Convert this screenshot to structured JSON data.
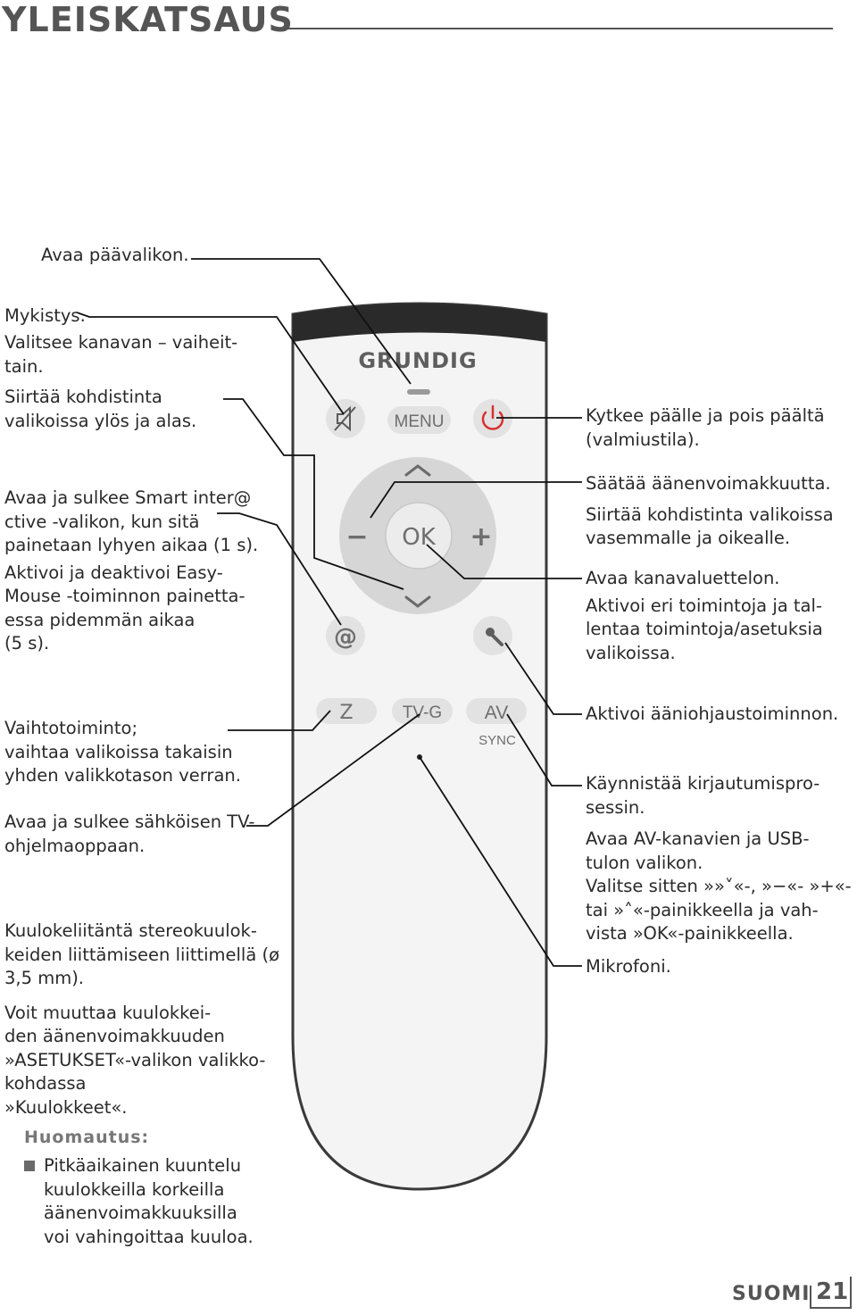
{
  "header": {
    "title": "YLEISKATSAUS"
  },
  "remote": {
    "brand": "GRUNDIG",
    "menu_label": "MENU",
    "ok_label": "OK",
    "minus_label": "−",
    "plus_label": "+",
    "at_label": "@",
    "z_label": "Z",
    "tvg_label": "TV-G",
    "av_label": "AV",
    "sync_label": "SYNC"
  },
  "left_texts": {
    "menu": [
      "Avaa päävalikon."
    ],
    "mute": [
      "Mykistys."
    ],
    "channel": [
      "Valitsee kanavan – vaiheit-",
      "tain.",
      "Siirtää kohdistinta",
      "valikoissa ylös ja alas."
    ],
    "smart": [
      "Avaa ja sulkee Smart inter@",
      "ctive -valikon, kun sitä",
      "painetaan lyhyen aikaa (1 s).",
      "Aktivoi ja deaktivoi Easy-",
      "Mouse -toiminnon painetta-",
      "essa pidemmän aikaa",
      "(5 s)."
    ],
    "back": [
      "Vaihtotoiminto;",
      "vaihtaa valikoissa takaisin",
      "yhden valikkotason verran."
    ],
    "epg": [
      "Avaa ja sulkee sähköisen TV-",
      "ohjelmaoppaan."
    ],
    "headphone": [
      "Kuulokeliitäntä stereokuulok-",
      "keiden liittämiseen liittimellä (ø",
      "3,5 mm).",
      "Voit muuttaa kuulokkei-",
      "den äänenvoimakkuuden",
      "»ASETUKSET«-valikon valikko-",
      "kohdassa",
      "»Kuulokkeet«."
    ]
  },
  "right_texts": {
    "power": [
      "Kytkee päälle ja pois päältä",
      "(valmiustila)."
    ],
    "volume": [
      "Säätää äänenvoimakkuutta.",
      "Siirtää kohdistinta valikoissa",
      "vasemmalle ja oikealle."
    ],
    "ok": [
      "Avaa kanavaluettelon.",
      "Aktivoi eri toimintoja ja tal-",
      "lentaa toimintoja/asetuksia",
      "valikoissa."
    ],
    "voice": [
      "Aktivoi ääniohjaustoiminnon."
    ],
    "login": [
      "Käynnistää kirjautumispro-",
      "sessin."
    ],
    "av": [
      "Avaa AV-kanavien ja USB-",
      "tulon valikon.",
      "Valitse sitten »»˅«-, »−«- »+«-",
      "tai »˄«-painikkeella ja vah-",
      "vista »OK«-painikkeella."
    ],
    "mic": [
      "Mikrofoni."
    ]
  },
  "note": {
    "heading": "Huomautus:",
    "lines": [
      "Pitkäaikainen kuuntelu",
      "kuulokkeilla korkeilla",
      "äänenvoimakkuuksilla",
      "voi vahingoittaa kuuloa."
    ]
  },
  "footer": {
    "language": "SUOMI",
    "page_number": "21"
  },
  "colors": {
    "power_red": "#d9302f",
    "remote_body": "#f4f4f4",
    "remote_top": "#2a2a2a",
    "ring": "#d6d6d6"
  }
}
